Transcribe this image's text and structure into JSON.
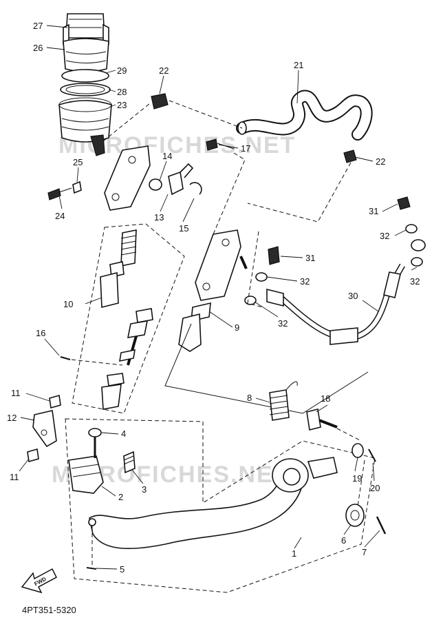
{
  "diagram": {
    "catalog_code": "4PT351-5320",
    "watermark": "MICROFICHES.NET",
    "fwd_label": "FWD",
    "callouts": {
      "c1": "1",
      "c2": "2",
      "c3": "3",
      "c4": "4",
      "c5": "5",
      "c6": "6",
      "c7": "7",
      "c8": "8",
      "c9": "9",
      "c10": "10",
      "c11a": "11",
      "c11b": "11",
      "c12": "12",
      "c13": "13",
      "c14": "14",
      "c15": "15",
      "c16": "16",
      "c17": "17",
      "c18": "18",
      "c19": "19",
      "c20": "20",
      "c21": "21",
      "c22a": "22",
      "c22b": "22",
      "c23": "23",
      "c24": "24",
      "c25": "25",
      "c26": "26",
      "c27": "27",
      "c28": "28",
      "c29": "29",
      "c30": "30",
      "c31a": "31",
      "c31b": "31",
      "c32a": "32",
      "c32b": "32",
      "c32c": "32",
      "c32d": "32"
    }
  }
}
